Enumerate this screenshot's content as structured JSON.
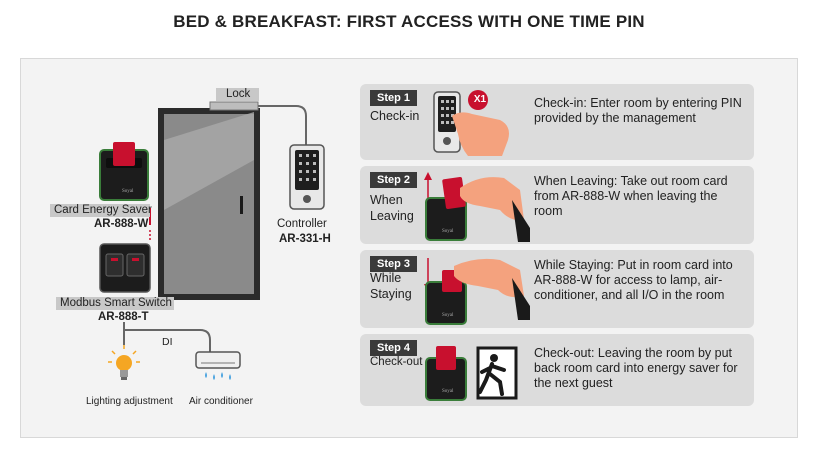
{
  "title": "BED & BREAKFAST: FIRST ACCESS WITH ONE TIME PIN",
  "left": {
    "lock_label": "Lock",
    "controller_label": "Controller",
    "controller_model": "AR-331-H",
    "energy_saver_label": "Card Energy Saver",
    "energy_saver_model": "AR-888-W",
    "switch_label": "Modbus Smart Switch",
    "switch_model": "AR-888-T",
    "di_label": "DI",
    "lighting_label": "Lighting adjustment",
    "aircon_label": "Air conditioner"
  },
  "steps": [
    {
      "badge": "Step 1",
      "name": "Check-in",
      "desc": "Check-in: Enter room by entering PIN provided by the management",
      "icon": "keypad-hand-icon",
      "badge_x1": "X1"
    },
    {
      "badge": "Step 2",
      "name": "When Leaving",
      "desc": "When Leaving: Take out room card from AR-888-W when leaving the room",
      "icon": "card-remove-icon"
    },
    {
      "badge": "Step 3",
      "name": "While Staying",
      "desc": "While Staying: Put in room card into AR-888-W for access to lamp, air-conditioner, and all I/O in the room",
      "icon": "card-insert-icon"
    },
    {
      "badge": "Step 4",
      "name": "Check-out",
      "desc": "Check-out: Leaving the room by put back room card into energy saver for the next guest",
      "icon": "exit-door-icon"
    }
  ],
  "colors": {
    "card_red": "#c8102e",
    "device_dark": "#1c1c1c",
    "device_green": "#3a7d3a",
    "bulb_orange": "#f5a623",
    "water_blue": "#4aa3df",
    "hand_skin": "#f4a27e"
  }
}
